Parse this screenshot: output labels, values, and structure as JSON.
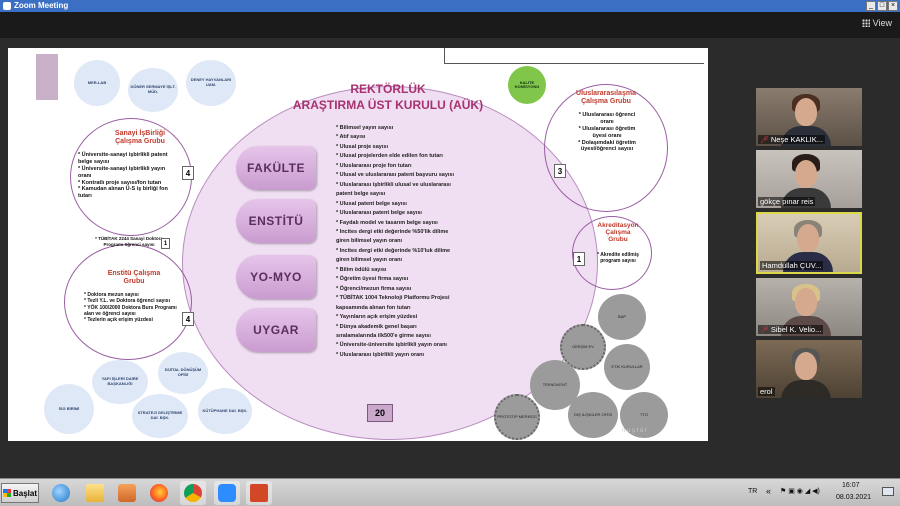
{
  "window": {
    "title": "Zoom Meeting",
    "controls": [
      "_",
      "□",
      "×"
    ]
  },
  "zoom": {
    "view_label": "View"
  },
  "slide": {
    "title_line1": "REKTÖRLÜK",
    "title_line2": "ARAŞTIRMA ÜST KURULU (AÜK)",
    "units": [
      "FAKÜLTE",
      "ENSTİTÜ",
      "YO-MYO",
      "UYGAR"
    ],
    "page_number": "20",
    "criteria": [
      "* Bilimsel yayın sayısı",
      "* Atıf sayısı",
      "* Ulusal proje sayısı",
      "* Ulusal projelerden elde edilen fon tutarı",
      "* Uluslararası proje fon tutarı",
      "* Ulusal ve uluslararası patent başvuru sayısı",
      "* Uluslararası işbirlikli ulusal ve uluslararası",
      "   patent belge sayısı",
      "* Ulusal patent belge sayısı",
      "* Uluslararası patent belge sayısı",
      "* Faydalı model ve tasarım belge sayısı",
      "* Incites dergi etki değerinde %50'lik dilime",
      "giren bilimsel yayın oranı",
      "* Incites dergi etki değerinde %10'luk dilime",
      "giren bilimsel yayın oranı",
      "* Bilim ödülü sayısı",
      "* Öğretim üyesi firma sayısı",
      "* Öğrenci/mezun firma sayısı",
      "* TÜBİTAK 1004 Teknoloji Platformu Projesi",
      "kapsamında alınan fon tutarı",
      "* Yayınların açık erişim yüzdesi",
      "* Dünya akademik genel başarı",
      "sıralamalarında ilk500'e girme sayısı",
      "* Üniversite-üniversite işbirlikli yayın oranı",
      "* Uluslararası işbirlikli yayın oranı"
    ],
    "sanayi": {
      "title": "Sanayi İşBirliği\nÇalışma Grubu",
      "items": [
        "* Üniversite-sanayi işbirlikli patent belge sayısı",
        "* Üniversite-sanayi işbirlikli yayın oranı",
        "* Kontratlı proje sayısı/fon tutarı",
        "* Kamudan alınan Ü-S iş birliği fon tutarı"
      ],
      "count": "4",
      "tubitak_note": "* TÜBİTAK 2244 Sanayi Doktora Programı öğrenci sayısı",
      "tubitak_count": "1"
    },
    "enstitu": {
      "title": "Enstitü Çalışma\nGrubu",
      "items": [
        "* Doktora mezun sayısı",
        "* Tezli Y.L. ve Doktora öğrenci sayısı",
        "* YÖK 100/2000 Doktora Burs Programı alan ve öğrenci sayısı",
        "* Tezlerin açık erişim yüzdesi"
      ],
      "count": "4"
    },
    "ulus": {
      "title": "Uluslararasılaşma\nÇalışma Grubu",
      "items": [
        "* Uluslararası öğrenci oranı",
        "* Uluslararası öğretim üyesi oranı",
        "* Dolaşımdaki öğretim üyesi/öğrenci sayısı"
      ],
      "count": "3"
    },
    "akred": {
      "title": "Akreditasyon\nÇalışma\nGrubu",
      "items": [
        "* Akredite edilmiş program sayısı"
      ],
      "count": "1"
    },
    "kalite": "KALİTE KOMİSYONU",
    "top_bubbles": [
      "MER-LAB",
      "DÖNER SERMAYE İŞLT. MÜD.",
      "DENEY HAYVANLARI UAM."
    ],
    "bottom_bubbles": [
      "YAPI İŞLERİ DAİRE BAŞKANLIĞI",
      "DİJİTAL DÖNÜŞÜM OFİSİ",
      "İSG BİRİMİ",
      "STRATEJİ GELİŞTİRME DAİ. BŞK.",
      "KÜTÜPHANE DAİ. BŞK."
    ],
    "gray_bubbles": [
      "BAP",
      "GİRİŞİM EV",
      "ETİK KURULLAR",
      "TEKNOKENT",
      "DIŞ İLİŞKİLER OFİSİ",
      "TTO",
      "PROTOTİP MERKEZİ"
    ],
    "watermark": "n u ş t ü r"
  },
  "participants": [
    {
      "name": "Neşe KAKLIK...",
      "muted": true
    },
    {
      "name": "gökçe pınar reis",
      "muted": false
    },
    {
      "name": "Hamdullah ÇUV...",
      "muted": false,
      "active": true
    },
    {
      "name": "Sibel K. Velio...",
      "muted": true
    },
    {
      "name": "erol",
      "muted": false
    }
  ],
  "taskbar": {
    "start_label": "Başlat",
    "language": "TR",
    "time": "16:07",
    "date": "08.03.2021"
  }
}
